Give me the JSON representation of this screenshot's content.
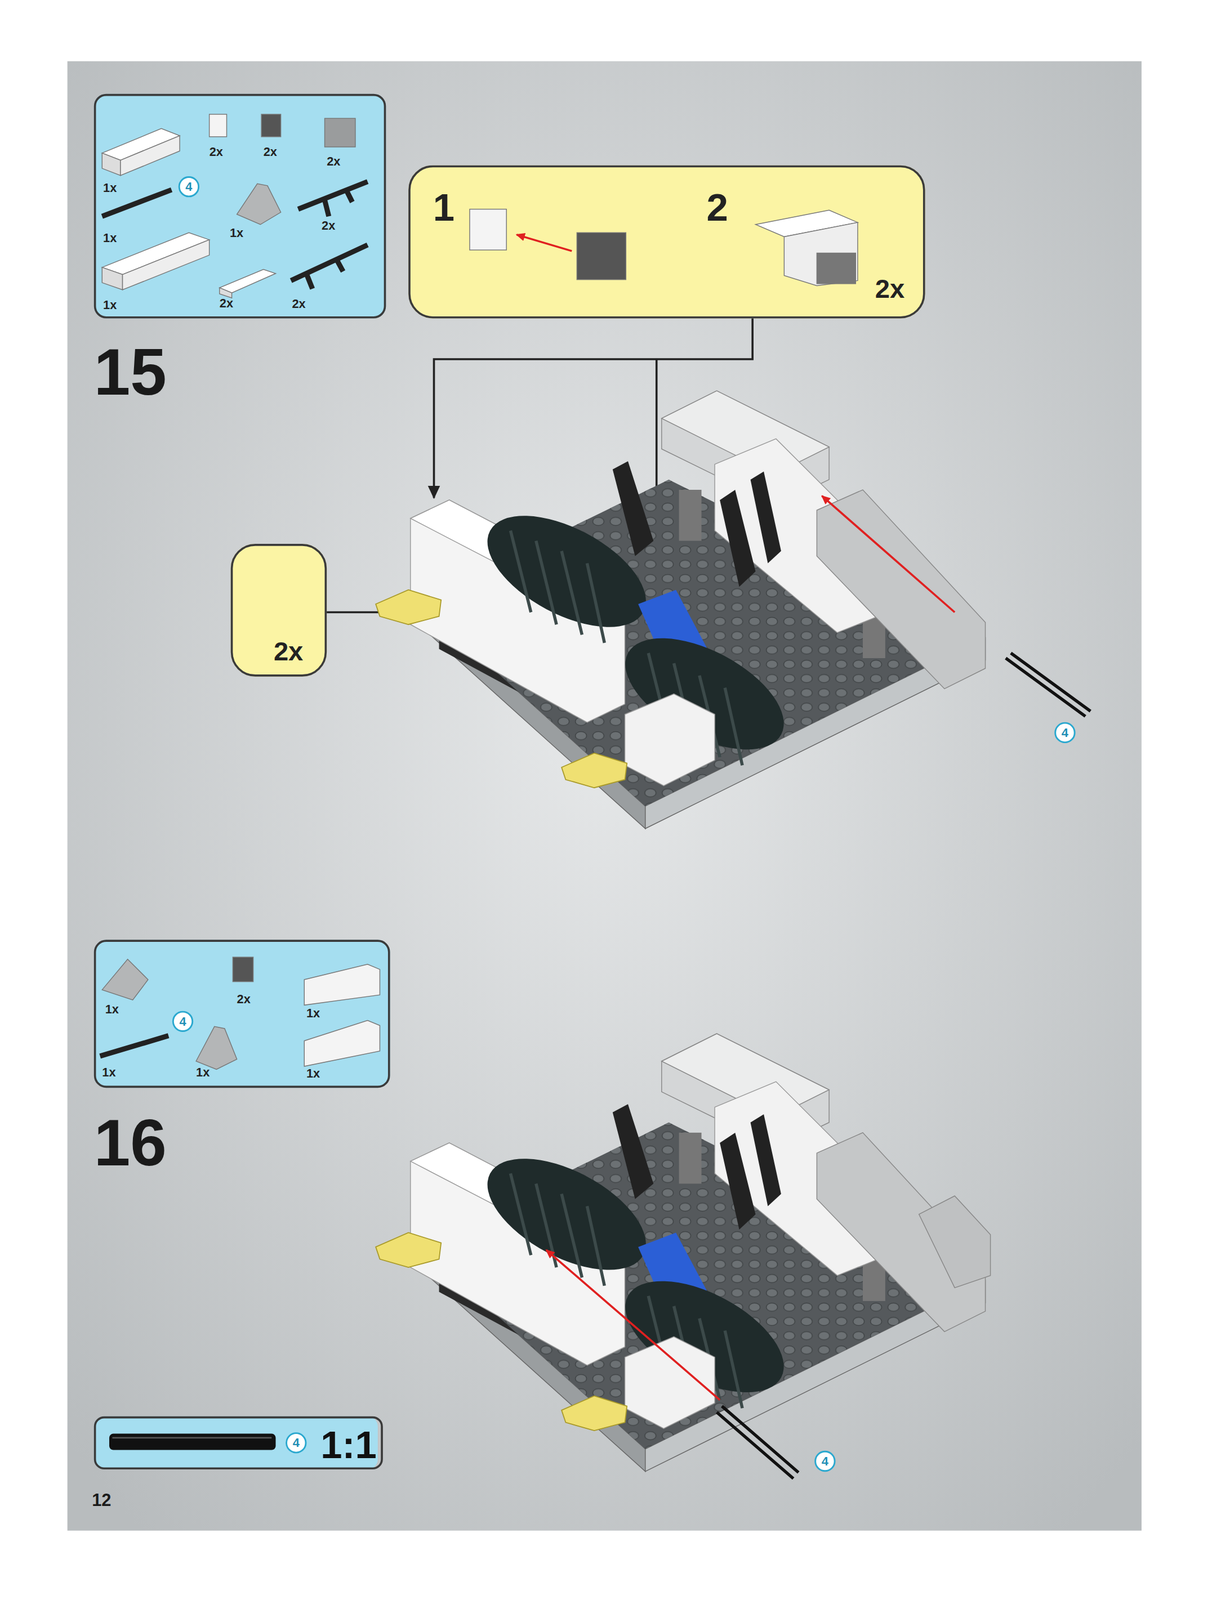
{
  "diagram": {
    "nodes": [
      {
        "text": [
          "2x",
          "2x",
          "2x",
          "1x",
          "2x",
          "1x",
          "1x",
          "1x",
          "2x",
          "2x"
        ]
      },
      {
        "text": [
          "4"
        ],
        "in": 0
      },
      {
        "text": [
          "1",
          "2",
          "2x"
        ]
      },
      {
        "text": [
          "2x"
        ]
      },
      {
        "text": [
          "4"
        ]
      },
      {
        "text": [
          "2x",
          "1x",
          "1x",
          "1x",
          "1x",
          "1x"
        ]
      },
      {
        "text": [
          "4"
        ],
        "in": 5
      },
      {
        "text": [
          "4"
        ]
      },
      {
        "text": [
          "1:1"
        ]
      },
      {
        "text": [
          "4"
        ],
        "in": 8
      }
    ],
    "labels": [
      "15",
      "16",
      "12"
    ]
  }
}
